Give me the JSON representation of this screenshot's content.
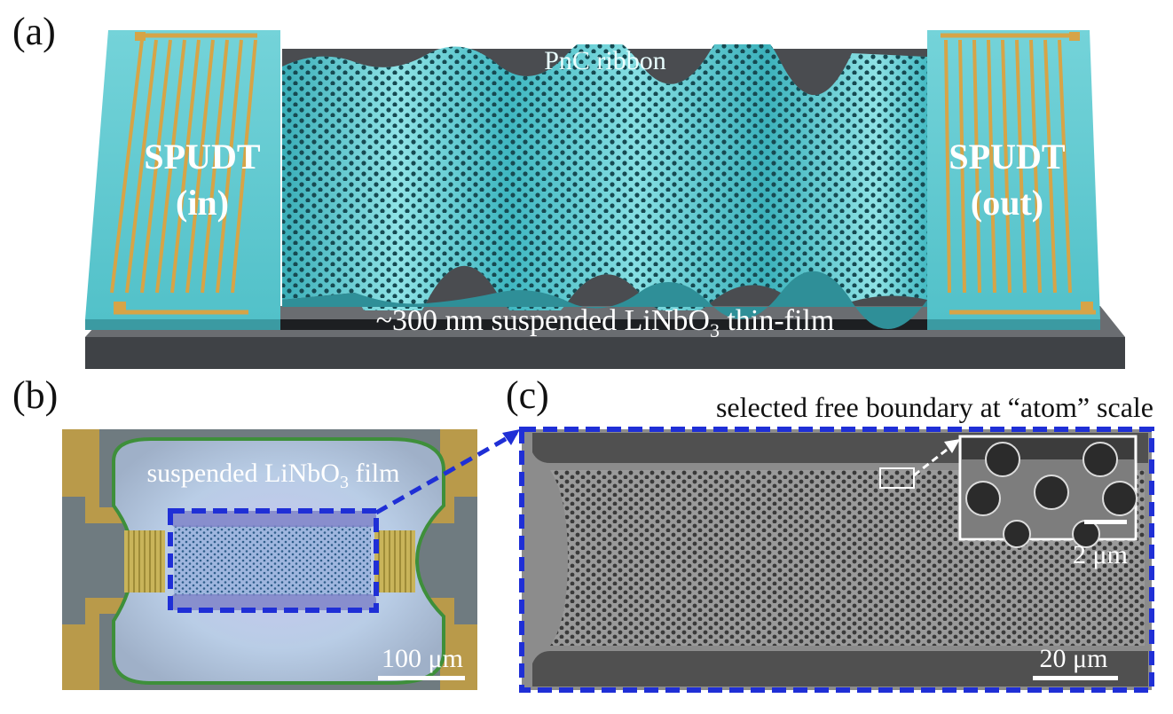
{
  "panels": {
    "a": {
      "label": "(a)",
      "ribbon_label": "PnC ribbon",
      "spudt_in": [
        "SPUDT",
        "(in)"
      ],
      "spudt_out": [
        "SPUDT",
        "(out)"
      ],
      "film_label": {
        "prefix": "~300 nm suspended LiNbO",
        "sub": "3",
        "suffix": " thin-film"
      }
    },
    "b": {
      "label": "(b)",
      "film_label": {
        "prefix": "suspended LiNbO",
        "sub": "3",
        "suffix": " film"
      },
      "scale_bar": "100 μm"
    },
    "c": {
      "label": "(c)",
      "title": "selected free boundary at “atom” scale",
      "scale_bar": "20 μm",
      "inset_scale_bar": "2 μm"
    }
  },
  "colors": {
    "film_cyan": "#4fc4cc",
    "gold": "#d6a447",
    "substrate": "#55585c",
    "highlight_blue": "#1f2fd6",
    "sem_gray": "#8a8a8a",
    "sem_dark": "#4b4b4b"
  }
}
